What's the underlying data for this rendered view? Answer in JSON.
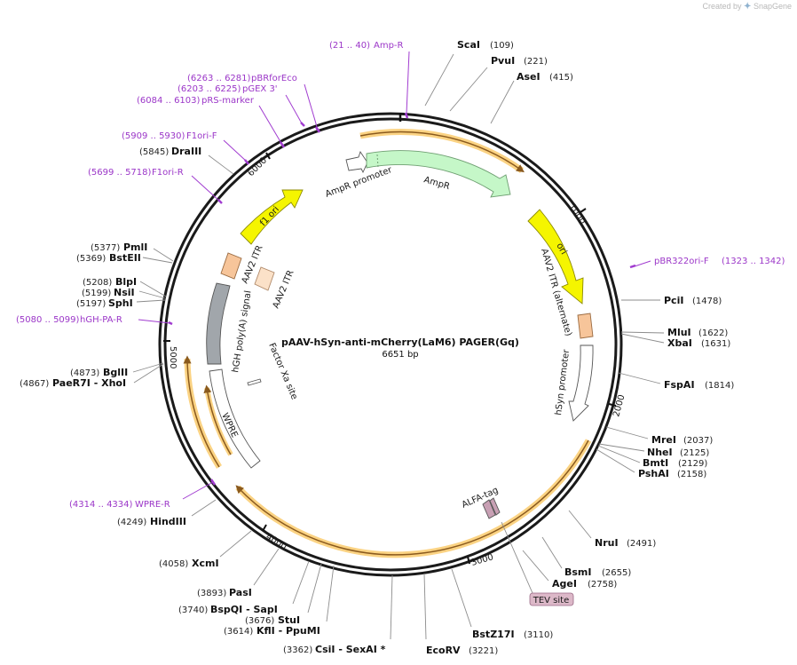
{
  "brand": {
    "prefix": "Created by",
    "name": "SnapGene"
  },
  "plasmid": {
    "name": "pAAV-hSyn-anti-mCherry(LaM6) PAGER(Gq)",
    "size_text": "6651 bp",
    "length": 6651
  },
  "ticks": [
    "1000",
    "2000",
    "3000",
    "4000",
    "5000",
    "6000"
  ],
  "sites": [
    {
      "name": "ScaI",
      "pos": "(109)"
    },
    {
      "name": "PvuI",
      "pos": "(221)"
    },
    {
      "name": "AseI",
      "pos": "(415)"
    },
    {
      "name": "PciI",
      "pos": "(1478)"
    },
    {
      "name": "MluI",
      "pos": "(1622)"
    },
    {
      "name": "XbaI",
      "pos": "(1631)"
    },
    {
      "name": "FspAI",
      "pos": "(1814)"
    },
    {
      "name": "MreI",
      "pos": "(2037)"
    },
    {
      "name": "NheI",
      "pos": "(2125)"
    },
    {
      "name": "BmtI",
      "pos": "(2129)"
    },
    {
      "name": "PshAI",
      "pos": "(2158)"
    },
    {
      "name": "NruI",
      "pos": "(2491)"
    },
    {
      "name": "BsmI",
      "pos": "(2655)"
    },
    {
      "name": "AgeI",
      "pos": "(2758)"
    },
    {
      "name": "BstZ17I",
      "pos": "(3110)"
    },
    {
      "name": "EcoRV",
      "pos": "(3221)"
    },
    {
      "name": "CsiI - SexAI *",
      "pos": "(3362)"
    },
    {
      "name": "KflI - PpuMI",
      "pos": "(3614)"
    },
    {
      "name": "StuI",
      "pos": "(3676)"
    },
    {
      "name": "BspQI - SapI",
      "pos": "(3740)"
    },
    {
      "name": "PasI",
      "pos": "(3893)"
    },
    {
      "name": "XcmI",
      "pos": "(4058)"
    },
    {
      "name": "HindIII",
      "pos": "(4249)"
    },
    {
      "name": "PaeR7I - XhoI",
      "pos": "(4867)"
    },
    {
      "name": "BglII",
      "pos": "(4873)"
    },
    {
      "name": "SphI",
      "pos": "(5197)"
    },
    {
      "name": "NsiI",
      "pos": "(5199)"
    },
    {
      "name": "BlpI",
      "pos": "(5208)"
    },
    {
      "name": "BstEII",
      "pos": "(5369)"
    },
    {
      "name": "PmlI",
      "pos": "(5377)"
    },
    {
      "name": "DraIII",
      "pos": "(5845)"
    }
  ],
  "primers": [
    {
      "range": "(21 .. 40)",
      "name": "Amp-R"
    },
    {
      "range": "(6263 .. 6281)",
      "name": "pBRforEco"
    },
    {
      "range": "(6203 .. 6225)",
      "name": "pGEX 3'"
    },
    {
      "range": "(6084 .. 6103)",
      "name": "pRS-marker"
    },
    {
      "range": "(5909 .. 5930)",
      "name": "F1ori-F"
    },
    {
      "range": "(5699 .. 5718)",
      "name": "F1ori-R"
    },
    {
      "range": "(5080 .. 5099)",
      "name": "hGH-PA-R"
    },
    {
      "range": "(4314 .. 4334)",
      "name": "WPRE-R"
    },
    {
      "name": "pBR322ori-F",
      "range": "(1323 .. 1342)"
    }
  ],
  "features": {
    "ampr_promoter": "AmpR promoter",
    "ampr": "AmpR",
    "ori": "ori",
    "itr_alt": "AAV2 ITR (alternate)",
    "hsyn": "hSyn promoter",
    "alfa": "ALFA-tag",
    "tev": "TEV site",
    "wpre": "WPRE",
    "factor_xa": "Factor Xa site",
    "hgh": "hGH poly(A) signal",
    "itr1": "AAV2 ITR",
    "itr2": "AAV2 ITR",
    "f1ori": "f1 ori"
  },
  "colors": {
    "ampr": "#c5f7c8",
    "ori": "#f5f500",
    "itr": "#f7c59a",
    "itr_light": "#fbe1c8",
    "hgh": "#a1a6ab",
    "alfa": "#c8a0b4",
    "primer": "#a13cd0",
    "orf_highlight": "#fbd383",
    "orf_core": "#8a5a1e"
  }
}
